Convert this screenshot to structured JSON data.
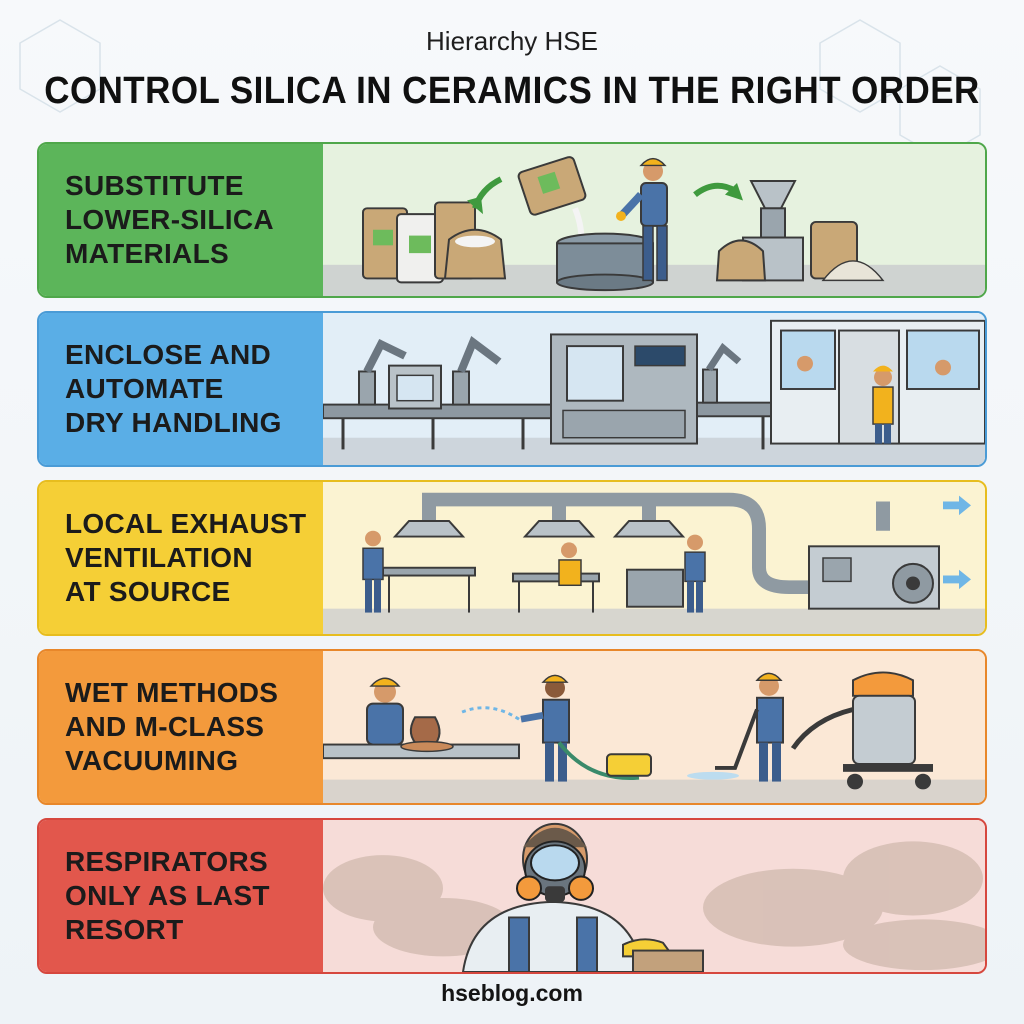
{
  "header": {
    "subtitle": "Hierarchy HSE",
    "title": "CONTROL SILICA IN CERAMICS IN THE RIGHT ORDER"
  },
  "tiers": [
    {
      "label": "SUBSTITUTE\nLOWER-SILICA\nMATERIALS",
      "color": "#5cb55a"
    },
    {
      "label": "ENCLOSE AND\nAUTOMATE\nDRY HANDLING",
      "color": "#5aaee6"
    },
    {
      "label": "LOCAL EXHAUST\nVENTILATION\nAT SOURCE",
      "color": "#f5cf36"
    },
    {
      "label": "WET METHODS\nAND M-CLASS\nVACUUMING",
      "color": "#f39a3c"
    },
    {
      "label": "RESPIRATORS\nONLY AS LAST\nRESORT",
      "color": "#e2574c"
    }
  ],
  "footer": {
    "site": "hseblog.com"
  }
}
